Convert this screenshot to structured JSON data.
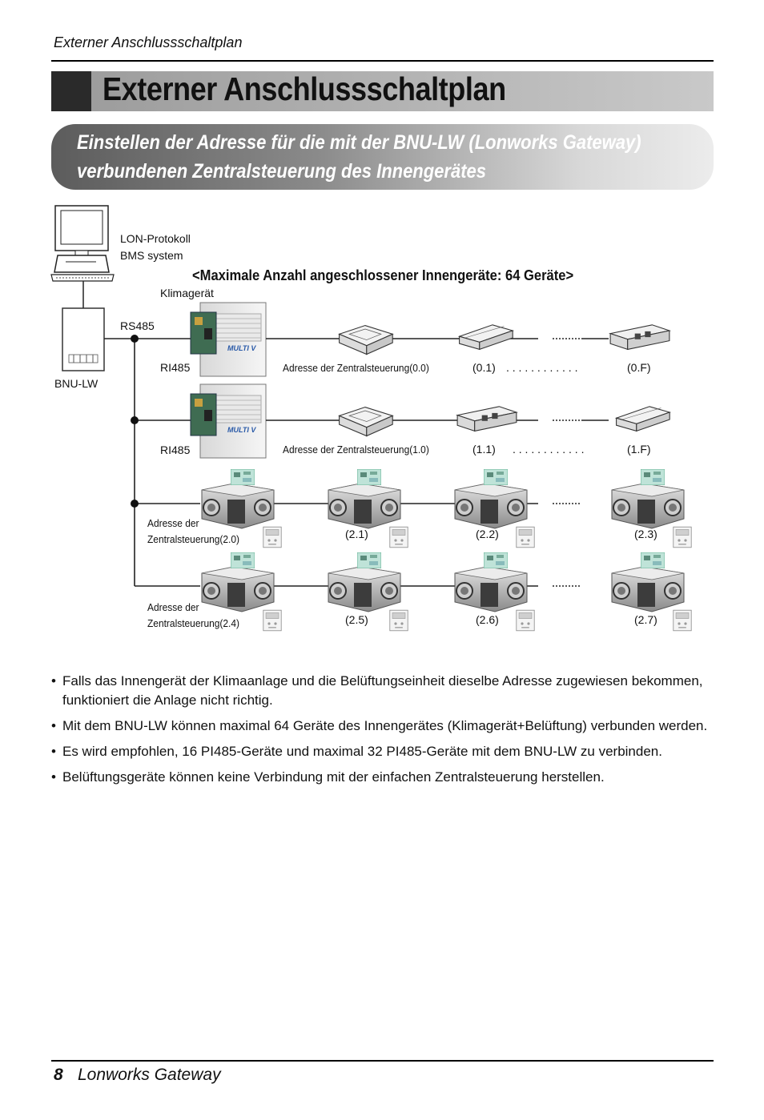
{
  "header": {
    "running_title": "Externer Anschlussschaltplan"
  },
  "title": "Externer Anschlussschaltplan",
  "subtitle": {
    "line1": "Einstellen der Adresse für die mit der BNU-LW (Lonworks Gateway)",
    "line2": "verbundenen Zentralsteuerung des Innengerätes"
  },
  "diagram": {
    "lon_line1": "LON-Protokoll",
    "lon_line2": "BMS system",
    "max_title": "<Maximale Anzahl angeschlossener Innengeräte: 64 Geräte>",
    "klimagerat": "Klimagerät",
    "rs485": "RS485",
    "bnu_lw": "BNU-LW",
    "ri485_1": "RI485",
    "ri485_2": "RI485",
    "addr_row1": "Adresse der Zentralsteuerung(0.0)",
    "addr_row1_a": "(0.1)",
    "addr_row1_dots": ". . . . . . . . . . . .",
    "addr_row1_b": "(0.F)",
    "addr_row2": "Adresse der Zentralsteuerung(1.0)",
    "addr_row2_a": "(1.1)",
    "addr_row2_dots": ". . . . . . . . . . . .",
    "addr_row2_b": "(1.F)",
    "vent_row1_l1": "Adresse der",
    "vent_row1_l2": "Zentralsteuerung(2.0)",
    "vent_row1_addr": [
      "(2.1)",
      "(2.2)",
      "(2.3)"
    ],
    "vent_row2_l1": "Adresse der",
    "vent_row2_l2": "Zentralsteuerung(2.4)",
    "vent_row2_addr": [
      "(2.5)",
      "(2.6)",
      "(2.7)"
    ],
    "brand": "MULTI V"
  },
  "bullets": [
    "Falls das Innengerät der Klimaanlage und die Belüftungseinheit dieselbe Adresse zugewiesen bekommen, funktioniert die Anlage nicht richtig.",
    "Mit dem BNU-LW können maximal 64 Geräte des Innengerätes (Klimagerät+Belüftung) verbunden werden.",
    "Es wird empfohlen, 16 PI485-Geräte und maximal 32 PI485-Geräte mit dem BNU-LW zu verbinden.",
    "Belüftungsgeräte können keine Verbindung mit der einfachen Zentralsteuerung herstellen."
  ],
  "footer": {
    "page_number": "8",
    "title": "Lonworks Gateway"
  }
}
